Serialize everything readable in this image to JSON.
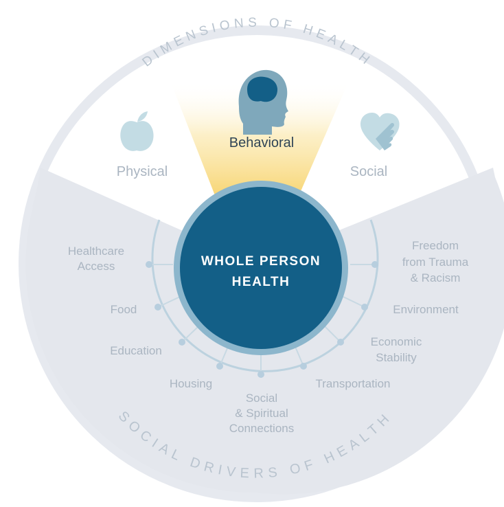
{
  "center": {
    "line1": "WHOLE PERSON",
    "line2": "HEALTH"
  },
  "dimensions": {
    "arc_title": "DIMENSIONS OF HEALTH",
    "physical": "Physical",
    "behavioral": "Behavioral",
    "social": "Social"
  },
  "drivers": {
    "arc_title": "SOCIAL DRIVERS OF HEALTH",
    "healthcare_access": [
      "Healthcare",
      "Access"
    ],
    "food": "Food",
    "education": "Education",
    "housing": "Housing",
    "social_spiritual": [
      "Social",
      "& Spiritual",
      "Connections"
    ],
    "transportation": "Transportation",
    "economic_stability": [
      "Economic",
      "Stability"
    ],
    "environment": "Environment",
    "freedom": [
      "Freedom",
      "from Trauma",
      "& Racism"
    ]
  },
  "icons": {
    "physical": "apple-icon",
    "behavioral": "head-brain-icon",
    "social": "heart-hands-icon"
  },
  "colors": {
    "ring": "#e6e9ef",
    "segment_fill": "#e4e7ed",
    "center_fill": "#135f87",
    "center_ring": "#8cb6cc",
    "highlight": "#f7d36c",
    "connector": "#bcd2df",
    "muted_text": "#aab5c1",
    "dark_text": "#2f4455",
    "icon_muted": "#c3dce4",
    "icon_active": "#7fa8bb"
  }
}
